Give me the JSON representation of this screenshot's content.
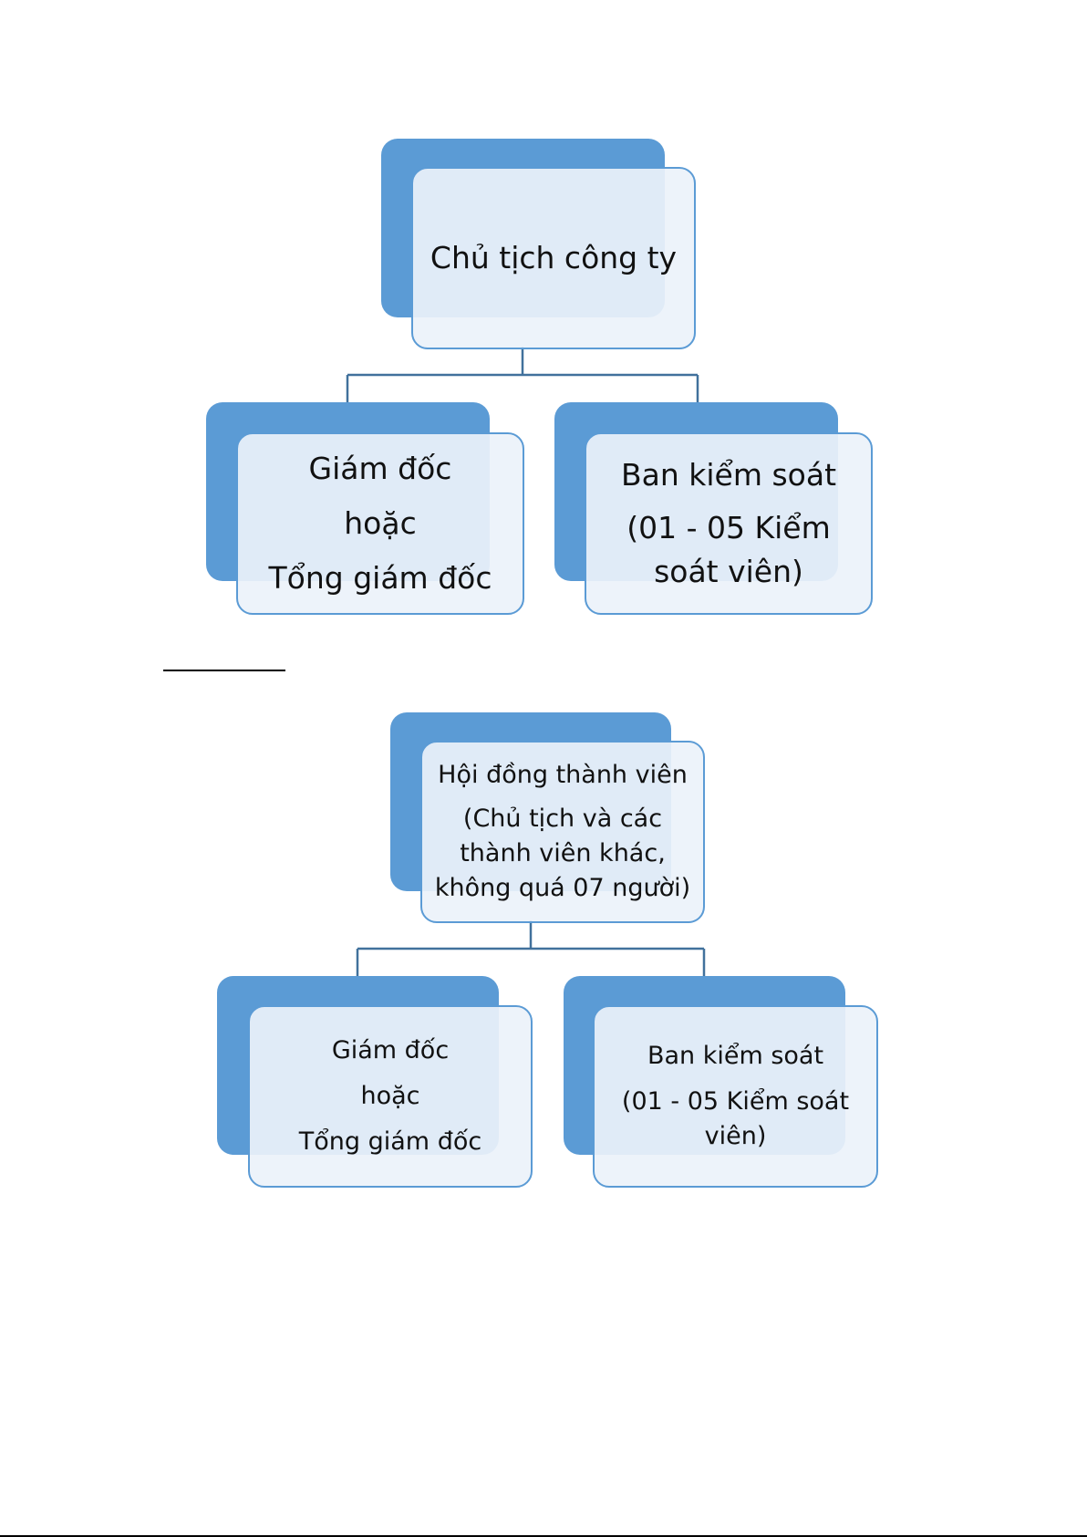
{
  "colors": {
    "accent_fill": "#5b9bd5",
    "box_fill": "#ecf2fa",
    "line": "#41719c"
  },
  "diagram1": {
    "root": [
      "Chủ tịch công ty"
    ],
    "left": [
      "Giám đốc",
      "hoặc",
      "Tổng giám đốc"
    ],
    "right": [
      "Ban kiểm soát",
      "(01 - 05 Kiểm",
      "soát viên)"
    ]
  },
  "diagram2": {
    "root": [
      "Hội đồng thành viên",
      "(Chủ tịch và các",
      "thành viên khác,",
      "không quá 07 người)"
    ],
    "left": [
      "Giám đốc",
      "hoặc",
      "Tổng giám đốc"
    ],
    "right": [
      "Ban kiểm soát",
      "(01 - 05 Kiểm soát",
      "viên)"
    ]
  }
}
